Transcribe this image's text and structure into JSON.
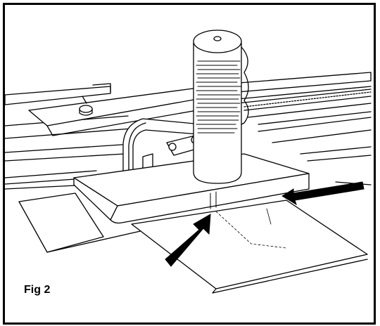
{
  "figure": {
    "caption": "Fig 2"
  },
  "colors": {
    "ink": "#000000",
    "paper": "#ffffff"
  },
  "icons": [
    "handle-roller",
    "clamp-bracket",
    "cutting-block",
    "arrow-up-right",
    "arrow-left"
  ]
}
